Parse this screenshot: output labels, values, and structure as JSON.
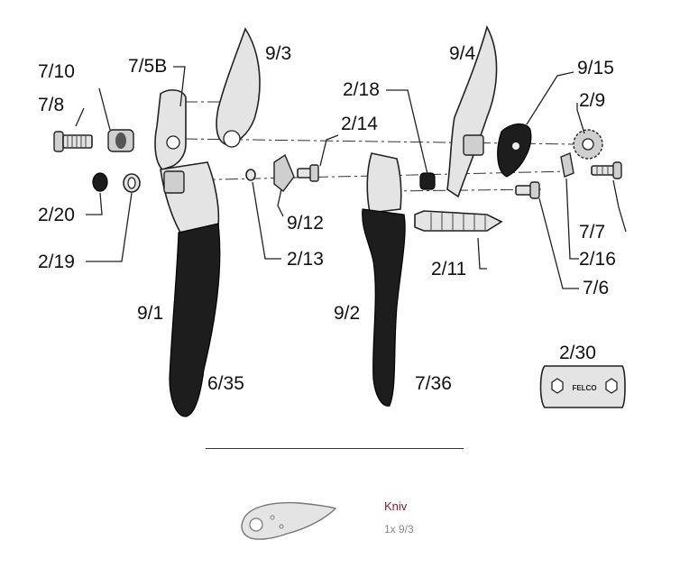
{
  "labels": {
    "l_7_10": "7/10",
    "l_7_8": "7/8",
    "l_7_5b": "7/5B",
    "l_9_3": "9/3",
    "l_2_14": "2/14",
    "l_2_18": "2/18",
    "l_9_4": "9/4",
    "l_9_15": "9/15",
    "l_2_9": "2/9",
    "l_2_20": "2/20",
    "l_2_19": "2/19",
    "l_9_12": "9/12",
    "l_2_13": "2/13",
    "l_2_11": "2/11",
    "l_7_7": "7/7",
    "l_2_16": "2/16",
    "l_7_6": "7/6",
    "l_9_1": "9/1",
    "l_9_2": "9/2",
    "l_6_35": "6/35",
    "l_7_36": "7/36",
    "l_2_30": "2/30",
    "logo": "FELCO"
  },
  "part": {
    "name": "Kniv",
    "qty": "1x 9/3"
  }
}
